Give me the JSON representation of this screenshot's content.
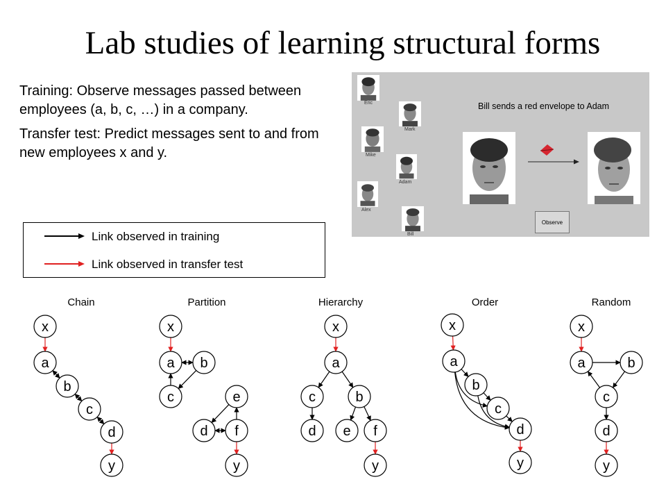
{
  "title": "Lab studies of learning structural forms",
  "text": {
    "training": "Training: Observe messages passed between employees (a, b, c, …) in a company.",
    "transfer": "Transfer test: Predict messages sent to and from new employees x and y."
  },
  "legend": {
    "training_label": "Link observed in training",
    "transfer_label": "Link observed in transfer test",
    "training_color": "#000000",
    "transfer_color": "#e02020"
  },
  "screenshot": {
    "message": "Bill sends a red envelope to Adam",
    "observe_button": "Observe",
    "names": [
      "Eric",
      "Mark",
      "Mike",
      "Adam",
      "Alex",
      "Bill"
    ],
    "envelope_color": "#d62630"
  },
  "diagrams": {
    "titles": [
      "Chain",
      "Partition",
      "Hierarchy",
      "Order",
      "Random"
    ],
    "node_labels": {
      "x": "x",
      "a": "a",
      "b": "b",
      "c": "c",
      "d": "d",
      "e": "e",
      "f": "f",
      "y": "y"
    },
    "edge_color": "#000000",
    "test_edge_color": "#e02020"
  }
}
